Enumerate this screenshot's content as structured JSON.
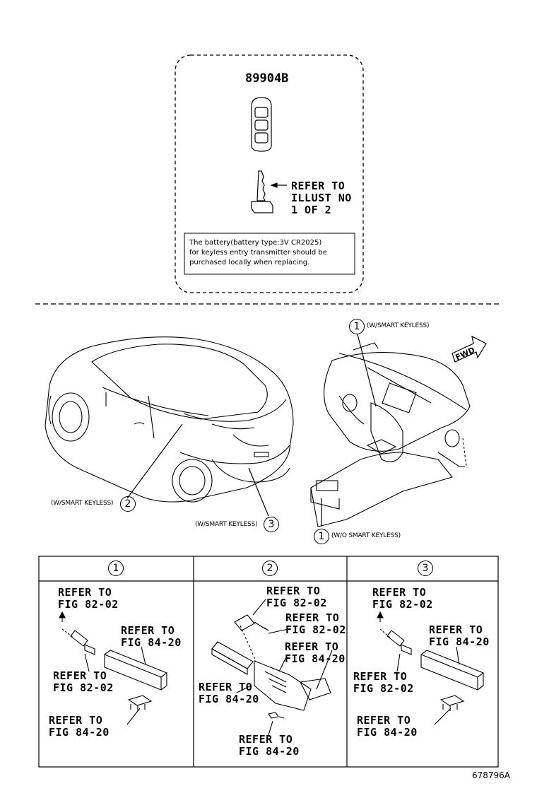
{
  "top_box": {
    "part_number": "89904B",
    "refer_illust": [
      "REFER TO",
      "ILLUST NO",
      "1 OF 2"
    ],
    "note_lines": [
      "The battery(battery type:3V CR2025)",
      "for keyless entry transmitter should be",
      "purchased locally when replacing."
    ]
  },
  "callouts": {
    "c1_top": {
      "num": "1",
      "label": "(W/SMART KEYLESS)"
    },
    "c1_bottom": {
      "num": "1",
      "label": "(W/O SMART KEYLESS)"
    },
    "c2": {
      "num": "2",
      "label": "(W/SMART KEYLESS)"
    },
    "c3": {
      "num": "3",
      "label": "(W/SMART KEYLESS)"
    },
    "fwd": "FWD"
  },
  "table": {
    "headers": [
      "1",
      "2",
      "3"
    ],
    "col1": {
      "ref_a": [
        "REFER TO",
        "FIG 82-02"
      ],
      "ref_b": [
        "REFER TO",
        "FIG 84-20"
      ],
      "ref_c": [
        "REFER TO",
        "FIG 82-02"
      ],
      "ref_d": [
        "REFER TO",
        "FIG 84-20"
      ]
    },
    "col2": {
      "ref_a": [
        "REFER TO",
        "FIG 82-02"
      ],
      "ref_b": [
        "REFER TO",
        "FIG 82-02"
      ],
      "ref_c": [
        "REFER TO",
        "FIG 84-20"
      ],
      "ref_d": [
        "REFER TO",
        "FIG 84-20"
      ],
      "ref_e": [
        "REFER TO",
        "FIG 84-20"
      ]
    },
    "col3": {
      "ref_a": [
        "REFER TO",
        "FIG 82-02"
      ],
      "ref_b": [
        "REFER TO",
        "FIG 84-20"
      ],
      "ref_c": [
        "REFER TO",
        "FIG 82-02"
      ],
      "ref_d": [
        "REFER TO",
        "FIG 84-20"
      ]
    }
  },
  "figure_id": "678796A"
}
